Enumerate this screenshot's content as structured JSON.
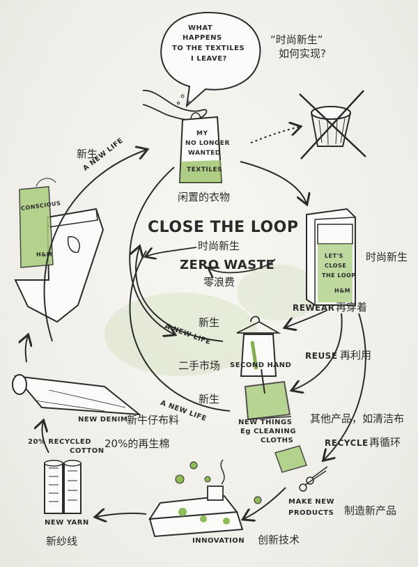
{
  "title": {
    "close_the_loop": "CLOSE THE LOOP",
    "close_the_loop_cn": "时尚新生",
    "zero_waste": "ZERO WASTE",
    "zero_waste_cn": "零浪费"
  },
  "question": {
    "bubble_lines": [
      "WHAT",
      "HAPPENS",
      "TO THE TEXTILES",
      "I LEAVE?"
    ],
    "cn_line1": "“时尚新生”",
    "cn_line2": "如何实现?"
  },
  "bag": {
    "lines": [
      "MY",
      "NO LONGER",
      "WANTED",
      "TEXTILES"
    ],
    "cn": "闲置的衣物"
  },
  "bin": {
    "lines": [
      "LET'S",
      "CLOSE",
      "THE LOOP"
    ],
    "brand": "H&M",
    "cn": "时尚新生"
  },
  "steps": {
    "rewear": "REWEAR",
    "rewear_cn": "再穿着",
    "reuse": "REUSE",
    "reuse_cn": "再利用",
    "recycle": "RECYCLE",
    "recycle_cn": "再循环",
    "second_hand": "SECOND HAND",
    "second_hand_cn": "二手市场",
    "new_things": "NEW THINGS",
    "new_things_eg": "Eg CLEANING",
    "new_things_cloths": "CLOTHS",
    "new_things_cn": "其他产品，如清洁布",
    "make_new": "MAKE NEW",
    "products": "PRODUCTS",
    "make_new_cn": "制造新产品",
    "innovation": "INNOVATION",
    "innovation_cn": "创新技术",
    "new_yarn": "NEW YARN",
    "new_yarn_cn": "新纱线",
    "recycled_pct": "20% RECYCLED",
    "recycled_cotton": "COTTON",
    "recycled_cn": "20%的再生棉",
    "new_denim": "NEW DENIM",
    "new_denim_cn": "新牛仔布料"
  },
  "new_life": {
    "label": "A NEW LIFE",
    "cn": "新生"
  },
  "jeans": {
    "tag_text": "CONSCIOUS",
    "tag_brand": "H&M"
  },
  "colors": {
    "ink": "#2a2a2a",
    "green": "#7fb04a",
    "green_light": "#b5d48a"
  }
}
